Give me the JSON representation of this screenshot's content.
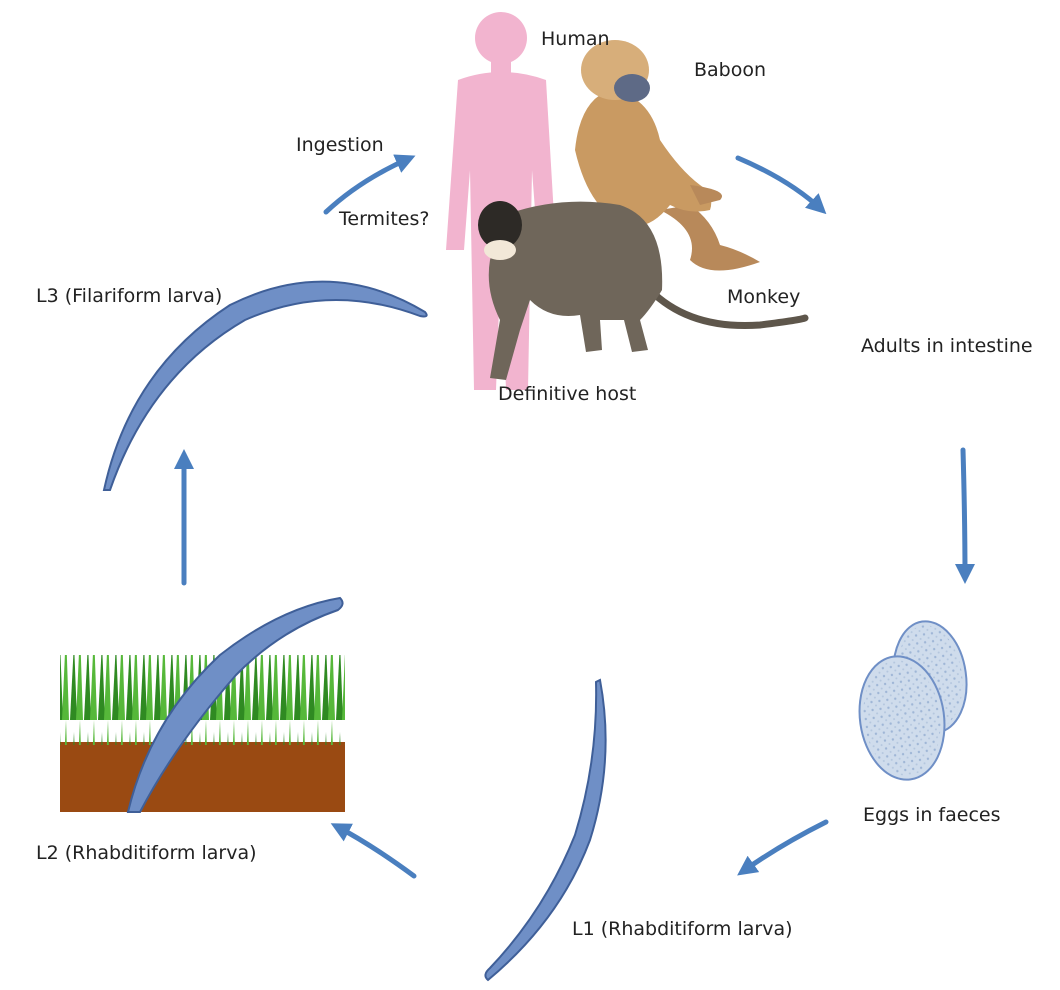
{
  "colors": {
    "arrow": "#4a7fbf",
    "human_silhouette": "#f2b4cf",
    "larva": "#6f8fc6",
    "larva_dark": "#3f5f98",
    "egg": "#cfdcec",
    "grass": "#3e9a2e",
    "soil": "#9a4a12",
    "baboon": "#c99a62",
    "monkey": "#6f665a"
  },
  "labels": {
    "human": "Human",
    "baboon": "Baboon",
    "monkey": "Monkey",
    "definitive_host": "Definitive host",
    "ingestion": "Ingestion",
    "termites": "Termites?",
    "adults": "Adults in intestine",
    "eggs": "Eggs in faeces",
    "l1": "L1 (Rhabditiform larva)",
    "l2": "L2 (Rhabditiform larva)",
    "l3": "L3 (Filariform larva)"
  },
  "icons": {
    "human": "human-silhouette",
    "baboon": "baboon",
    "monkey": "monkey",
    "eggs": "egg-pair",
    "soil": "grass-soil-patch",
    "larva": "nematode-larva",
    "arrow": "curved-arrow"
  }
}
